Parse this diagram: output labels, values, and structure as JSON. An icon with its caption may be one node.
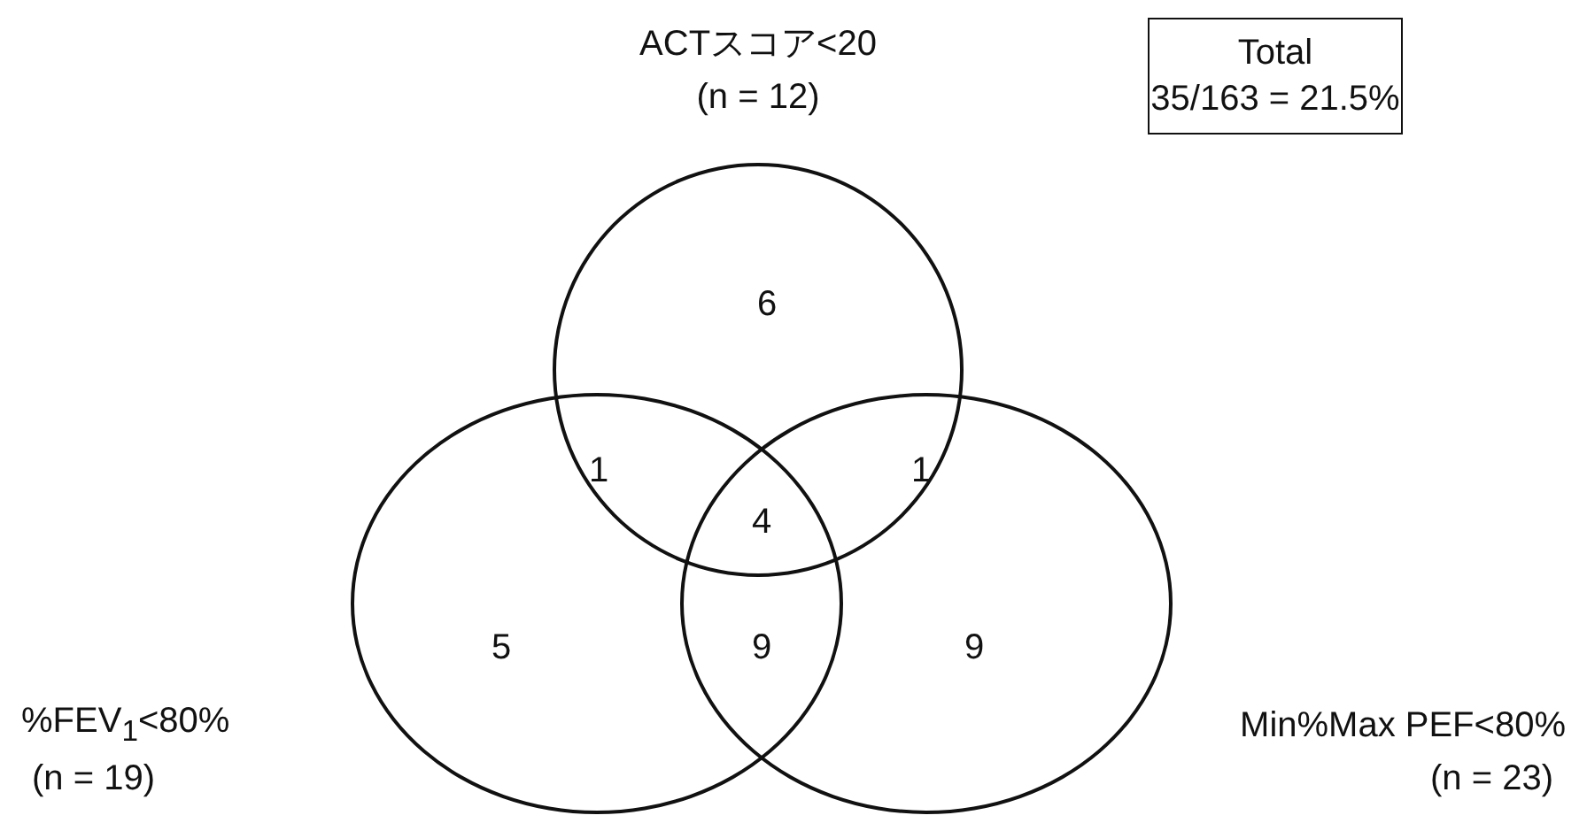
{
  "diagram": {
    "nodes": [
      {
        "text": [],
        "shape": "circle",
        "beside": [
          "ACTスコア<20",
          "(n = 12)"
        ]
      },
      {
        "text": [],
        "shape": "circle",
        "beside": [
          "%FEV$_{1}$<80%",
          "(n = 19)"
        ]
      },
      {
        "text": [],
        "shape": "circle",
        "beside": [
          "Min%Max PEF<80%",
          "(n = 23)"
        ]
      },
      {
        "text": [
          "Total",
          "35/163 = 21.5%"
        ]
      }
    ],
    "labels": [
      "6",
      "1",
      "1",
      "4",
      "5",
      "9",
      "9"
    ]
  }
}
